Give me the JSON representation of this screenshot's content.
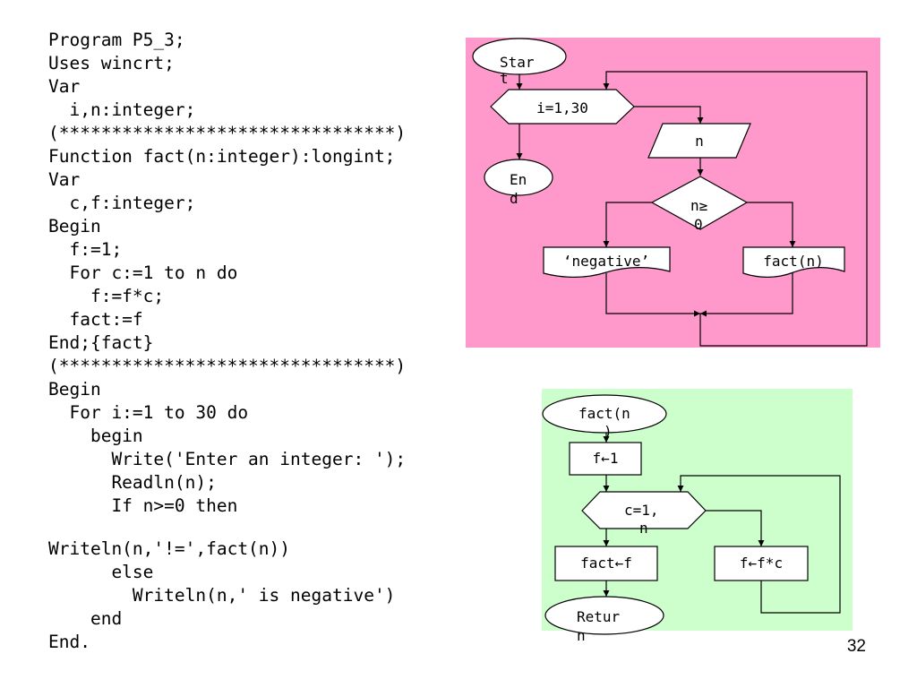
{
  "code": {
    "lines": [
      "Program P5_3;",
      "Uses wincrt;",
      "Var",
      "  i,n:integer;",
      "(********************************)",
      "Function fact(n:integer):longint;",
      "Var",
      "  c,f:integer;",
      "Begin",
      "  f:=1;",
      "  For c:=1 to n do",
      "    f:=f*c;",
      "  fact:=f",
      "End;{fact}",
      "(********************************)",
      "Begin",
      "  For i:=1 to 30 do",
      "    begin",
      "      Write('Enter an integer: ');",
      "      Readln(n);",
      "      If n>=0 then",
      "Writeln(n,'!=',fact(n))",
      "      else",
      "        Writeln(n,' is negative')",
      "    end",
      "End."
    ]
  },
  "flowchart_main": {
    "background": "#ff99cc",
    "start": [
      "Star",
      "t"
    ],
    "loop": "i=1,30",
    "input": "n",
    "decision": [
      "n≥",
      "0"
    ],
    "negative_output": "‘negative’",
    "fact_output": "fact(n)",
    "end": [
      "En",
      "d"
    ]
  },
  "flowchart_fact": {
    "background": "#ccffcc",
    "start": [
      "fact(n",
      ")"
    ],
    "init": "f←1",
    "loop": [
      "c=1,",
      "n"
    ],
    "assign": "fact←f",
    "multiply": "f←f*c",
    "return": [
      "Retur",
      "n"
    ]
  },
  "page_number": "32"
}
